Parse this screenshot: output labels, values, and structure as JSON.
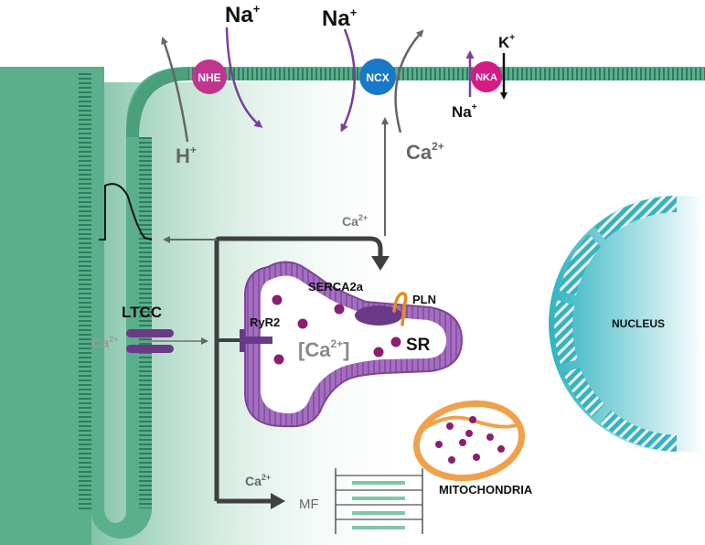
{
  "labels": {
    "na_nhe": "Na",
    "na_nhe_sup": "+",
    "na_ncx": "Na",
    "na_ncx_sup": "+",
    "h": "H",
    "h_sup": "+",
    "ca_ncx": "Ca",
    "ca_ncx_sup": "2+",
    "k": "K",
    "k_sup": "+",
    "na_nka": "Na",
    "na_nka_sup": "+",
    "nhe": "NHE",
    "ncx": "NCX",
    "nka": "NKA",
    "ca_branch": "Ca",
    "ca_branch_sup": "2+",
    "ltcc": "LTCC",
    "ca_ltcc": "Ca",
    "ca_ltcc_sup": "2+",
    "serca": "SERCA2a",
    "pln": "PLN",
    "ryr2": "RyR2",
    "ca_sr_open": "[Ca",
    "ca_sr_sup": "2+",
    "ca_sr_close": "]",
    "sr": "SR",
    "nucleus": "NUCLEUS",
    "mito": "MITOCHONDRIA",
    "ca_mf": "Ca",
    "ca_mf_sup": "2+",
    "mf": "MF"
  },
  "colors": {
    "membrane": "#5aaf8c",
    "membrane_stripe": "#2f7d5e",
    "sr_fill": "#9a62b4",
    "sr_stripe": "#7d4599",
    "sr_dot": "#8a1e72",
    "serca_body": "#6a3a88",
    "pln": "#e88a1e",
    "nhe": "#c2358e",
    "ncx": "#1a78c8",
    "nka": "#d41a84",
    "na_arrow": "#7b3f9a",
    "h_arrow": "#666666",
    "nucleus": "#2fb3c0",
    "mito": "#f0a14a",
    "mito_dot": "#8a1e72",
    "mf_bar": "#7cc9a6",
    "dark_arrow": "#404040",
    "label_grey": "#7a7a7a"
  },
  "icons": {
    "action_potential": "action-potential-trace-icon",
    "sarcomere": "myofilament-icon"
  }
}
